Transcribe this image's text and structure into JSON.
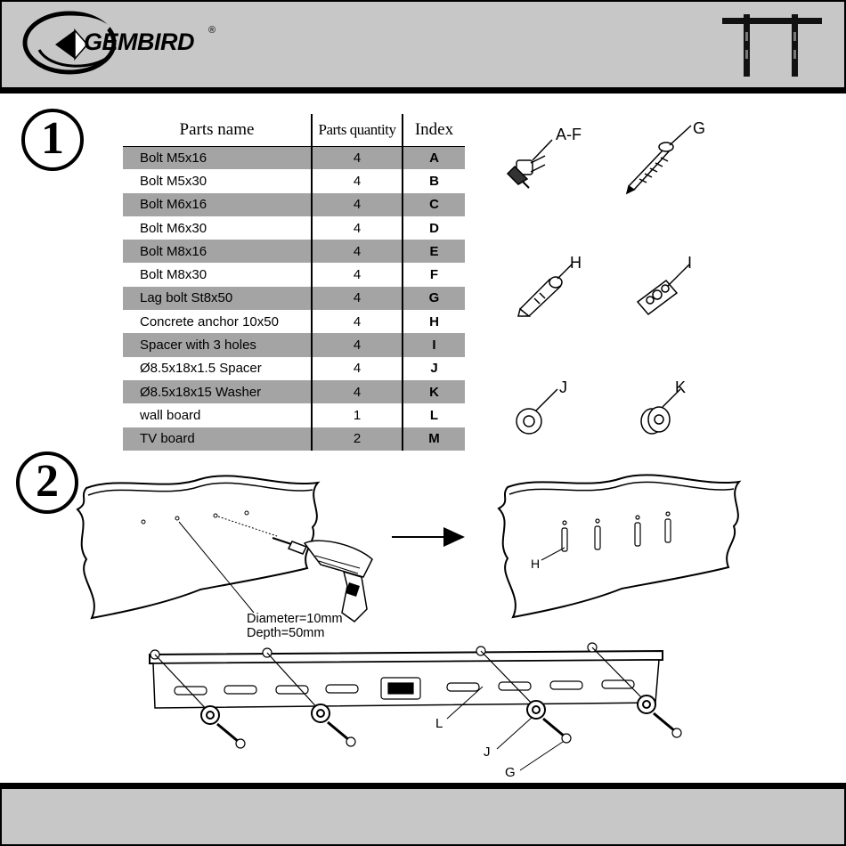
{
  "header": {
    "brand": "GEMBIRD",
    "registered_mark": "®",
    "logo_icon": "gembird-swoosh-logo",
    "product_icon": "tv-wall-mount-bracket-icon"
  },
  "step1": {
    "number": "1",
    "table": {
      "columns": [
        "Parts name",
        "Parts quantity",
        "Index"
      ],
      "rows": [
        {
          "name": "Bolt  M5x16",
          "qty": "4",
          "index": "A"
        },
        {
          "name": "Bolt  M5x30",
          "qty": "4",
          "index": "B"
        },
        {
          "name": "Bolt  M6x16",
          "qty": "4",
          "index": "C"
        },
        {
          "name": "Bolt  M6x30",
          "qty": "4",
          "index": "D"
        },
        {
          "name": "Bolt  M8x16",
          "qty": "4",
          "index": "E"
        },
        {
          "name": "Bolt  M8x30",
          "qty": "4",
          "index": "F"
        },
        {
          "name": "Lag  bolt St8x50",
          "qty": "4",
          "index": "G"
        },
        {
          "name": "Concrete anchor 10x50",
          "qty": "4",
          "index": "H"
        },
        {
          "name": "Spacer with 3 holes",
          "qty": "4",
          "index": "I"
        },
        {
          "name": "Ø8.5x18x1.5 Spacer",
          "qty": "4",
          "index": "J"
        },
        {
          "name": "Ø8.5x18x15 Washer",
          "qty": "4",
          "index": "K"
        },
        {
          "name": "wall board",
          "qty": "1",
          "index": "L"
        },
        {
          "name": "TV board",
          "qty": "2",
          "index": "M"
        }
      ]
    },
    "part_labels": {
      "af": "A-F",
      "g": "G",
      "h": "H",
      "i": "I",
      "j": "J",
      "k": "K"
    }
  },
  "step2": {
    "number": "2",
    "spec_diameter": "Diameter=10mm",
    "spec_depth": "Depth=50mm",
    "anchor_label": "H",
    "rail_labels": {
      "l": "L",
      "j": "J",
      "g": "G"
    }
  }
}
